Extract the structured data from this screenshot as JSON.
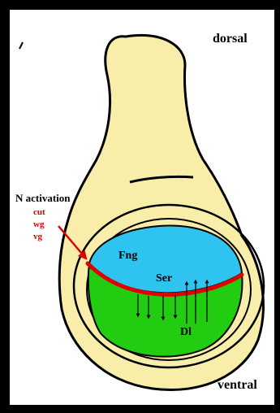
{
  "labels": {
    "dorsal": "dorsal",
    "ventral": "ventral",
    "n_activation": "N activation",
    "genes": [
      "cut",
      "wg",
      "vg"
    ],
    "fng": "Fng",
    "ser": "Ser",
    "dl": "Dl"
  },
  "colors": {
    "frame": "#000000",
    "background": "#ffffff",
    "disc_fill": "#f8eeaa",
    "dorsal_region": "#2ec4ef",
    "ventral_region": "#22cc11",
    "boundary": "#e00000",
    "outline": "#000000",
    "gene_text": "#e00000"
  },
  "icons": {
    "arrow": "red-arrow-icon",
    "signal_arrows": "down-arrow-icon / up-arrow-icon"
  }
}
